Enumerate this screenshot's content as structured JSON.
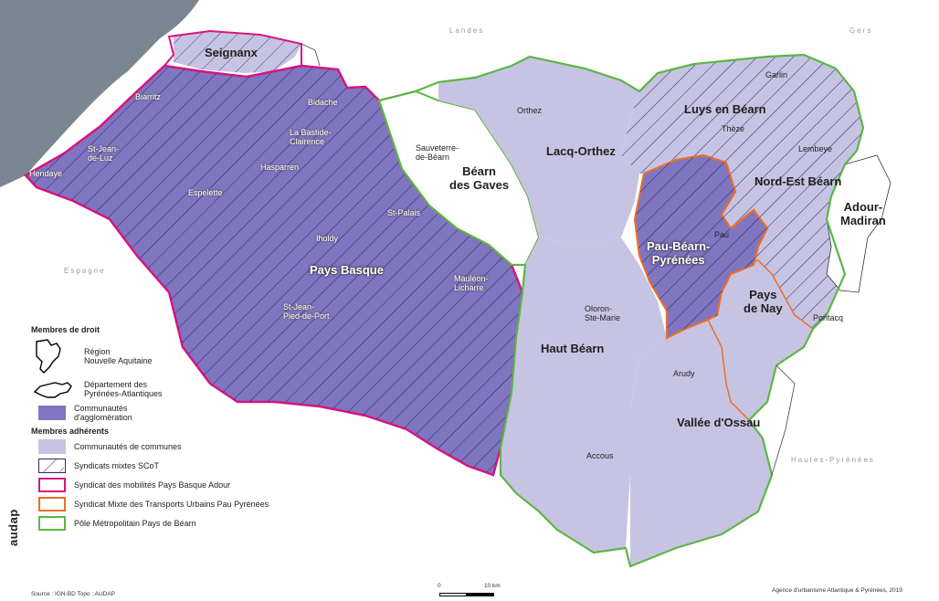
{
  "map": {
    "colors": {
      "ocean": "#7a8691",
      "agglomeration": "#7f75c0",
      "communes": "#c7c4e3",
      "hatch": "#2f2a62",
      "pink": "#d8157f",
      "orange": "#e8702a",
      "green": "#5cb645",
      "white_area": "#ffffff"
    },
    "area_labels": {
      "seignanx": "Seignanx",
      "pays_basque": "Pays Basque",
      "bearn_des_gaves": "Béarn\ndes Gaves",
      "lacq_orthez": "Lacq-Orthez",
      "luys_en_bearn": "Luys en Béarn",
      "nord_est_bearn": "Nord-Est Béarn",
      "adour_madiran": "Adour-\nMadiran",
      "pau_bearn_pyrenees": "Pau-Béarn-\nPyrénées",
      "pays_de_nay": "Pays\nde Nay",
      "haut_bearn": "Haut Béarn",
      "vallee_ossau": "Vallée d'Ossau"
    },
    "towns": {
      "biarritz": "Biarritz",
      "bidache": "Bidache",
      "st_jean_de_luz": "St-Jean-\nde-Luz",
      "hendaye": "Hendaye",
      "la_bastide": "La Bastide-\nClairence",
      "hasparren": "Hasparren",
      "espelette": "Espelette",
      "st_palais": "St-Palais",
      "iholdy": "Iholdy",
      "mauleon": "Mauléon-\nLicharre",
      "st_jean_pied": "St-Jean-\nPied-de-Port",
      "orthez": "Orthez",
      "sauveterre": "Sauveterre-\nde-Béarn",
      "garlin": "Garlin",
      "theze": "Thèze",
      "lembeye": "Lembeye",
      "pau": "Pau",
      "oloron": "Oloron-\nSte-Marie",
      "arudy": "Arudy",
      "accous": "Accous",
      "pontacq": "Pontacq"
    },
    "context": {
      "landes": "Landes",
      "gers": "Gers",
      "espagne": "Espagne",
      "hautes_pyrenees": "Hautes-Pyrénées"
    }
  },
  "legend": {
    "members_law_title": "Membres de droit",
    "region_label": "Région\nNouvelle Aquitaine",
    "departement_label": "Département des\nPyrénées-Atlantiques",
    "agglo_label": "Communautés\nd'agglomération",
    "members_adherents_title": "Membres adhérents",
    "communes_label": "Communautés de communes",
    "scot_label": "Syndicats mixtes SCoT",
    "mobilites_label": "Syndicat des mobilités Pays Basque Adour",
    "transports_label": "Syndicat Mixte des Transports Urbains Pau Pyrénées",
    "pole_label": "Pôle Métropolitain Pays de Béarn"
  },
  "scale": {
    "zero": "0",
    "ten": "10 km"
  },
  "footer": {
    "source": "Source : IGN-BD Topo ; AUDAP",
    "credit": "Agence d'urbanisme Atlantique & Pyrénées, 2019",
    "logo": "audap"
  }
}
